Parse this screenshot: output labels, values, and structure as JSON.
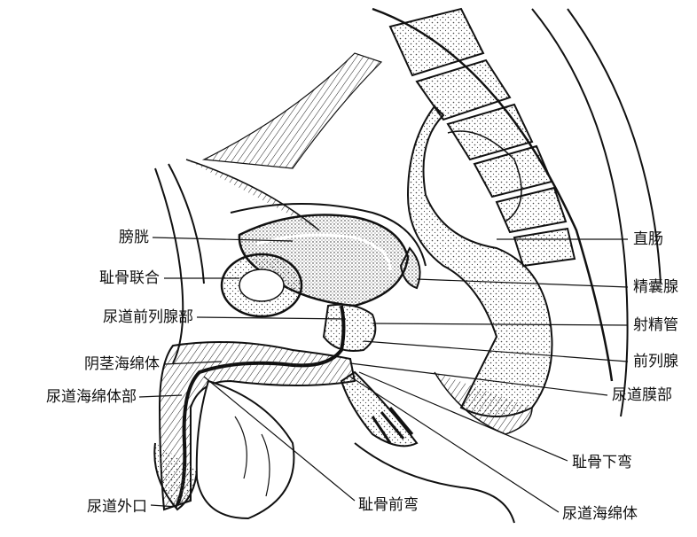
{
  "figure": {
    "labels": {
      "bladder": "膀胱",
      "pubic_symphysis": "耻骨联合",
      "prostatic_urethra": "尿道前列腺部",
      "corpus_cavernosum": "阴茎海绵体",
      "spongy_urethra": "尿道海绵体部",
      "external_orifice": "尿道外口",
      "rectum": "直肠",
      "seminal_vesicle": "精囊腺",
      "ejaculatory_duct": "射精管",
      "prostate": "前列腺",
      "membranous_urethra": "尿道膜部",
      "subpubic_curve": "耻骨下弯",
      "prepubic_curve": "耻骨前弯",
      "corpus_spongiosum": "尿道海绵体"
    }
  },
  "colors": {
    "ink": "#111111",
    "paper": "#ffffff",
    "stipple": "#555555"
  }
}
